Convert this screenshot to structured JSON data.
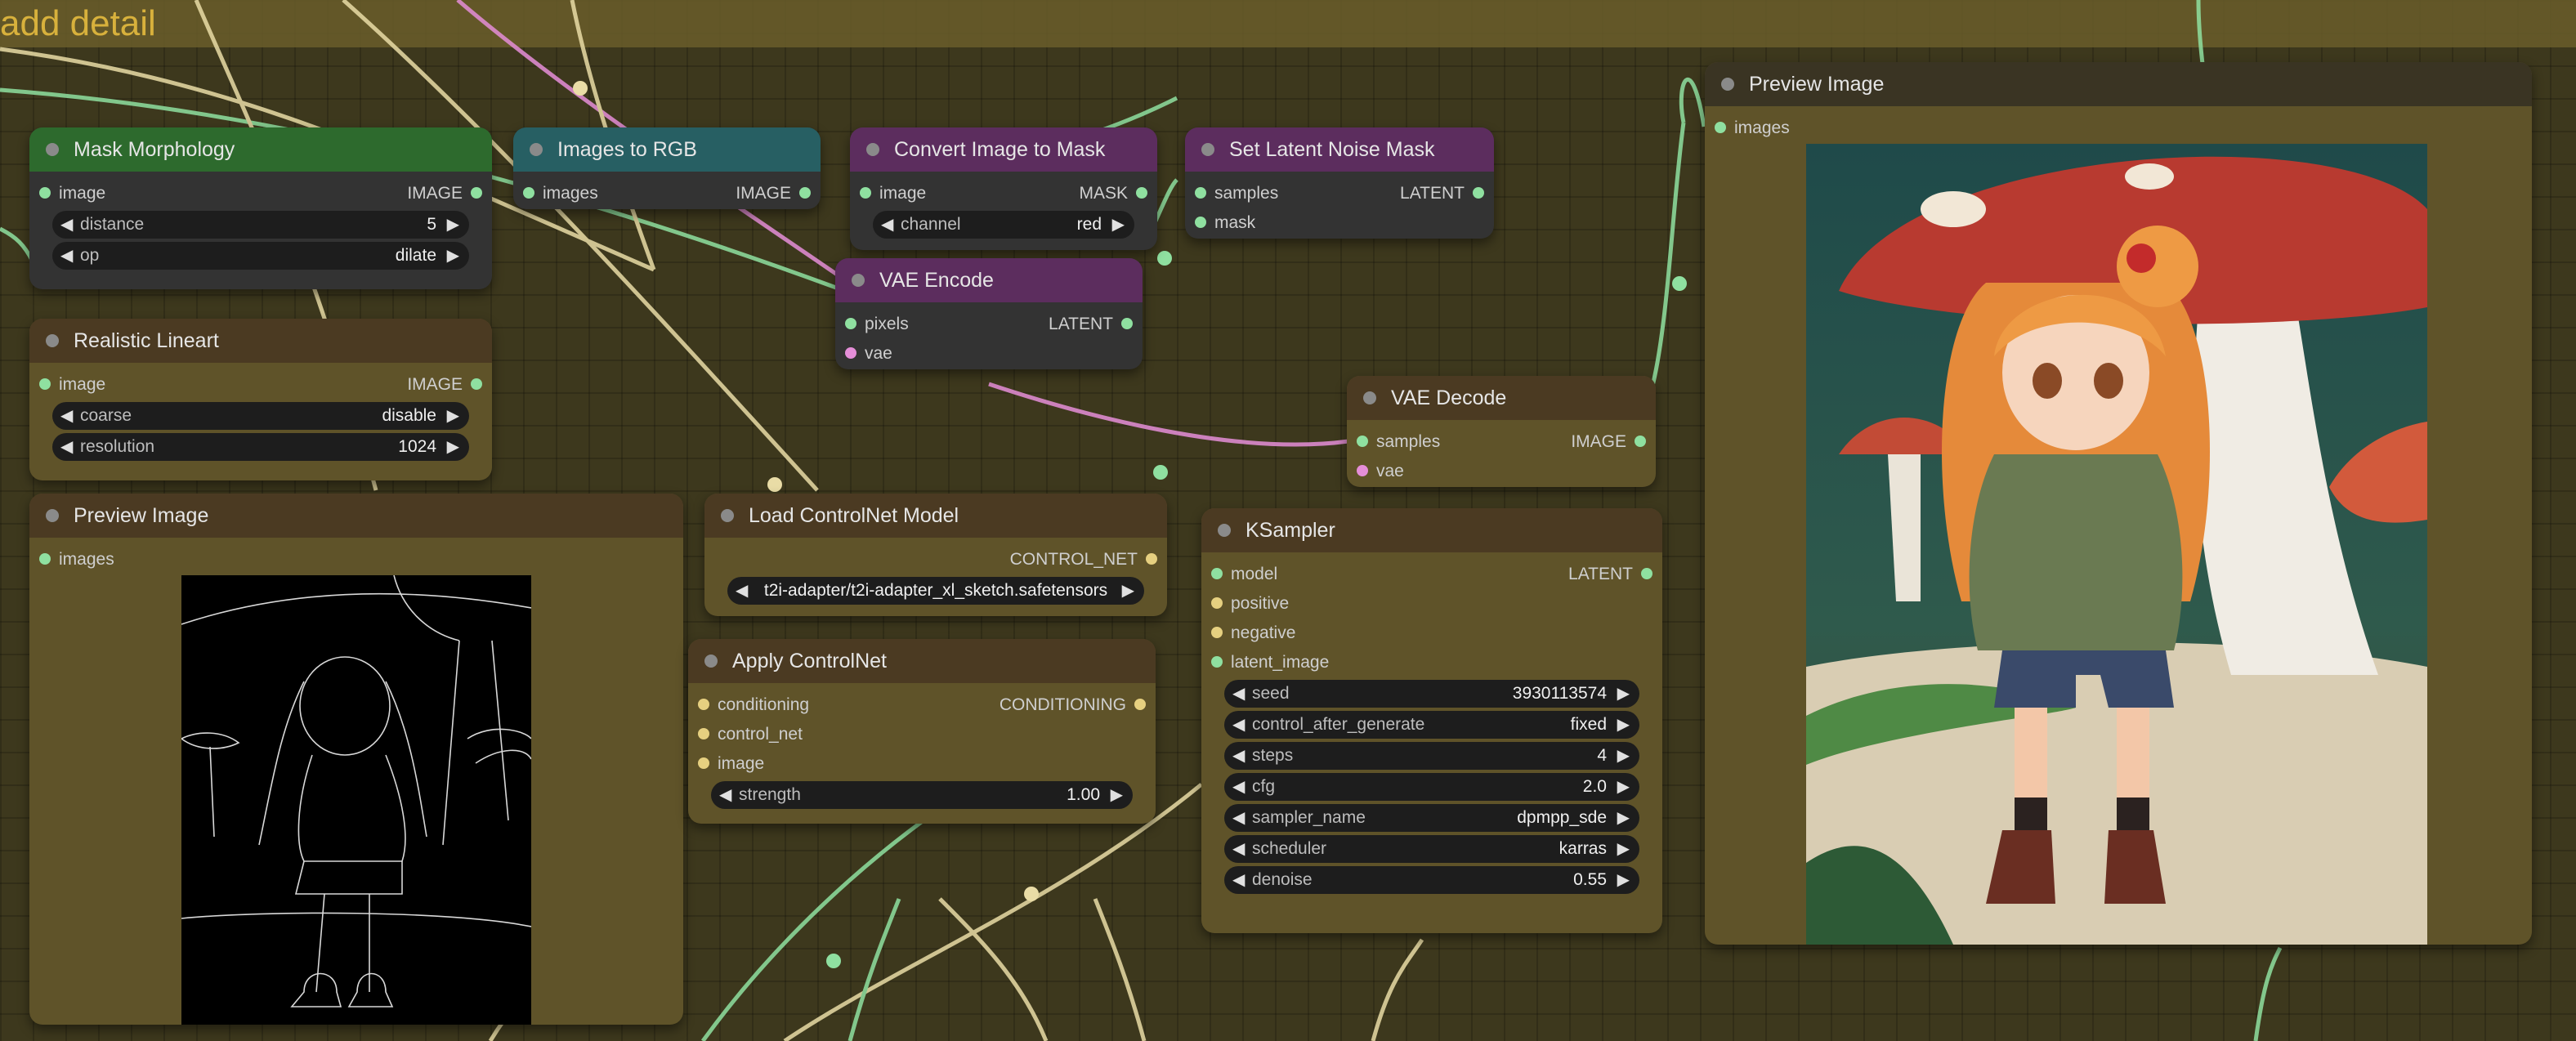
{
  "group": {
    "title": "add detail"
  },
  "nodes": {
    "mask_morphology": {
      "title": "Mask Morphology",
      "input": "image",
      "output": "IMAGE",
      "widgets": [
        {
          "label": "distance",
          "value": "5"
        },
        {
          "label": "op",
          "value": "dilate"
        }
      ]
    },
    "images_to_rgb": {
      "title": "Images to RGB",
      "input": "images",
      "output": "IMAGE"
    },
    "convert_image_to_mask": {
      "title": "Convert Image to Mask",
      "input": "image",
      "output": "MASK",
      "widgets": [
        {
          "label": "channel",
          "value": "red"
        }
      ]
    },
    "set_latent_noise_mask": {
      "title": "Set Latent Noise Mask",
      "inputs": [
        "samples",
        "mask"
      ],
      "output": "LATENT"
    },
    "vae_encode": {
      "title": "VAE Encode",
      "inputs": [
        "pixels",
        "vae"
      ],
      "output": "LATENT"
    },
    "realistic_lineart": {
      "title": "Realistic Lineart",
      "input": "image",
      "output": "IMAGE",
      "widgets": [
        {
          "label": "coarse",
          "value": "disable"
        },
        {
          "label": "resolution",
          "value": "1024"
        }
      ]
    },
    "vae_decode": {
      "title": "VAE Decode",
      "inputs": [
        "samples",
        "vae"
      ],
      "output": "IMAGE"
    },
    "preview_left": {
      "title": "Preview Image",
      "input": "images"
    },
    "load_controlnet": {
      "title": "Load ControlNet Model",
      "output": "CONTROL_NET",
      "widget_value": "t2i-adapter/t2i-adapter_xl_sketch.safetensors"
    },
    "apply_controlnet": {
      "title": "Apply ControlNet",
      "inputs": [
        "conditioning",
        "control_net",
        "image"
      ],
      "output": "CONDITIONING",
      "widgets": [
        {
          "label": "strength",
          "value": "1.00"
        }
      ]
    },
    "ksampler": {
      "title": "KSampler",
      "inputs": [
        "model",
        "positive",
        "negative",
        "latent_image"
      ],
      "output": "LATENT",
      "widgets": [
        {
          "label": "seed",
          "value": "3930113574"
        },
        {
          "label": "control_after_generate",
          "value": "fixed"
        },
        {
          "label": "steps",
          "value": "4"
        },
        {
          "label": "cfg",
          "value": "2.0"
        },
        {
          "label": "sampler_name",
          "value": "dpmpp_sde"
        },
        {
          "label": "scheduler",
          "value": "karras"
        },
        {
          "label": "denoise",
          "value": "0.55"
        }
      ]
    },
    "preview_right": {
      "title": "Preview Image",
      "input": "images"
    }
  },
  "icons": {
    "arrow_left": "◀",
    "arrow_right": "▶"
  },
  "colors": {
    "image_slot": "#8fe0a0",
    "vae_slot": "#e58ed8",
    "cond_slot": "#e6d080",
    "accent_gold": "#d8b13c"
  }
}
